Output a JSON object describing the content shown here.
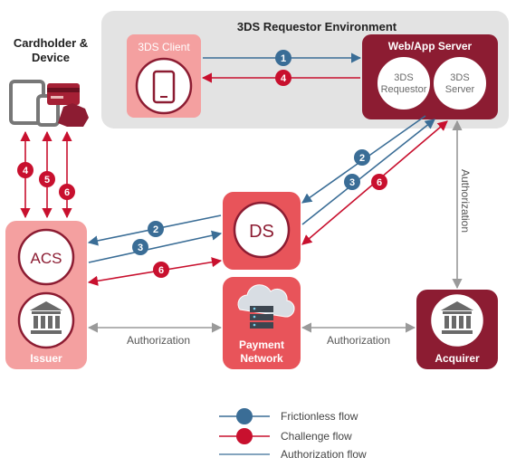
{
  "environment": {
    "title": "3DS Requestor Environment"
  },
  "cardholder": {
    "line1": "Cardholder &",
    "line2": "Device"
  },
  "client": {
    "title": "3DS Client"
  },
  "server": {
    "title": "Web/App Server"
  },
  "requestor": {
    "line1": "3DS",
    "line2": "Requestor"
  },
  "threeds_server": {
    "line1": "3DS",
    "line2": "Server"
  },
  "ds": {
    "label": "DS"
  },
  "acs": {
    "label": "ACS"
  },
  "issuer": {
    "label": "Issuer"
  },
  "payment_network": {
    "line1": "Payment",
    "line2": "Network"
  },
  "acquirer": {
    "label": "Acquirer"
  },
  "edge_labels": {
    "authorization_left": "Authorization",
    "authorization_right": "Authorization",
    "authorization_vertical": "Authorization"
  },
  "steps": {
    "s1": "1",
    "s2": "2",
    "s3": "3",
    "s4": "4",
    "s5": "5",
    "s6": "6"
  },
  "legend": {
    "frictionless": "Frictionless flow",
    "challenge": "Challenge flow",
    "authorization": "Authorization flow"
  },
  "colors": {
    "blue": "#3a6d96",
    "red": "#c8102e",
    "gray": "#9a9a9a",
    "dark_red": "#8c1c32",
    "pink": "#f4a0a0",
    "salmon": "#e8545a"
  }
}
